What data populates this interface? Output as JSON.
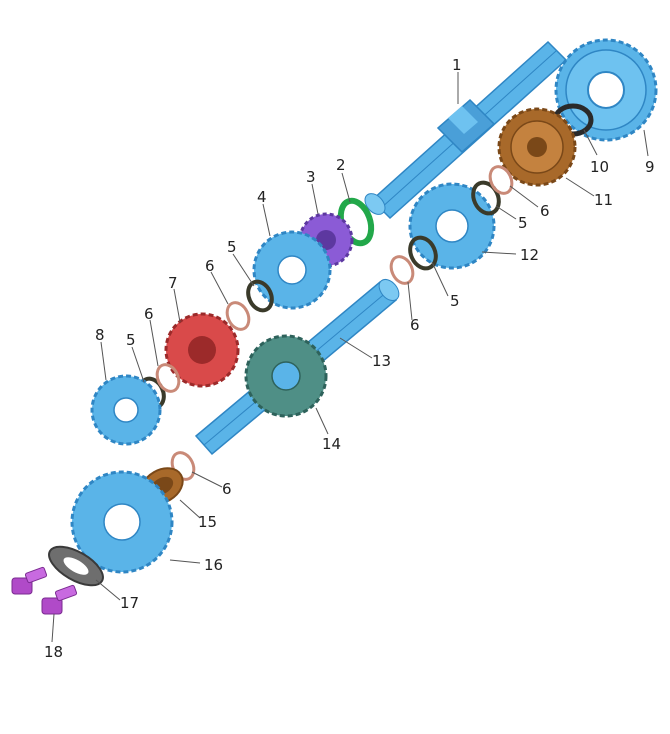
{
  "colors": {
    "blue": "#5ab4e8",
    "blue_dark": "#2f86c4",
    "purple": "#8b5bd6",
    "green": "#22a84a",
    "red": "#d94a4a",
    "bronze": "#a8692a",
    "teal": "#4f8f86",
    "copper": "#c98a78",
    "dark_ring": "#3a3a2a",
    "magenta": "#b04ac8",
    "gray": "#7a7a7a"
  },
  "parts": [
    {
      "number": "1",
      "shape": "shaft",
      "color": "blue"
    },
    {
      "number": "2",
      "shape": "clip-ring",
      "color": "green"
    },
    {
      "number": "3",
      "shape": "gear-small",
      "color": "purple"
    },
    {
      "number": "4",
      "shape": "gear",
      "color": "blue"
    },
    {
      "number": "5",
      "shape": "washer",
      "color": "dark_ring"
    },
    {
      "number": "6",
      "shape": "circlip",
      "color": "copper"
    },
    {
      "number": "7",
      "shape": "gear-dog",
      "color": "red"
    },
    {
      "number": "8",
      "shape": "gear",
      "color": "blue"
    },
    {
      "number": "9",
      "shape": "gear-large",
      "color": "blue"
    },
    {
      "number": "10",
      "shape": "washer",
      "color": "dark_ring"
    },
    {
      "number": "11",
      "shape": "gear-dog",
      "color": "bronze"
    },
    {
      "number": "12",
      "shape": "gear",
      "color": "blue"
    },
    {
      "number": "13",
      "shape": "shaft",
      "color": "blue"
    },
    {
      "number": "14",
      "shape": "gear",
      "color": "teal"
    },
    {
      "number": "15",
      "shape": "bushing",
      "color": "bronze"
    },
    {
      "number": "16",
      "shape": "gear-large",
      "color": "blue"
    },
    {
      "number": "17",
      "shape": "plate",
      "color": "gray"
    },
    {
      "number": "18",
      "shape": "bolt",
      "color": "magenta"
    }
  ]
}
